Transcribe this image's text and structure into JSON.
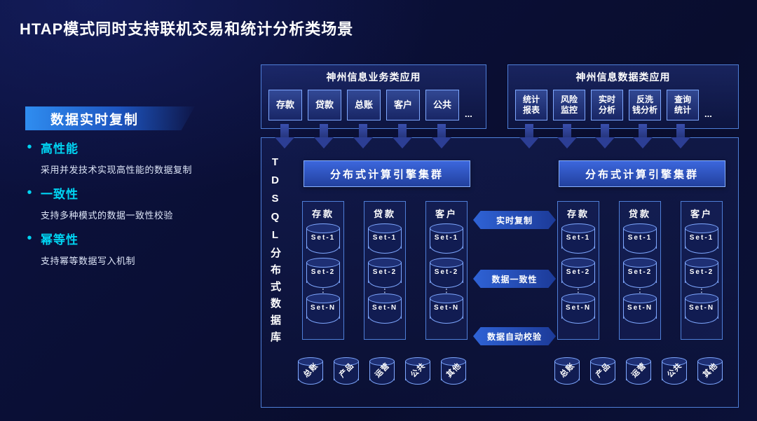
{
  "title": "HTAP模式同时支持联机交易和统计分析类场景",
  "colors": {
    "accent-cyan": "#00d4f2",
    "panel-border": "#4f7fd8",
    "item-border": "#7fa8ff",
    "engine-top": "#3c67dd",
    "engine-bottom": "#22409e",
    "arrow-navy": "#2c3e94",
    "text": "#ffffff"
  },
  "left": {
    "banner": "数据实时复制",
    "features": [
      {
        "name": "高性能",
        "desc": "采用并发技术实现高性能的数据复制"
      },
      {
        "name": "一致性",
        "desc": "支持多种模式的数据一致性校验"
      },
      {
        "name": "幂等性",
        "desc": "支持幂等数据写入机制"
      }
    ]
  },
  "apps": {
    "business": {
      "title": "神州信息业务类应用",
      "items": [
        "存款",
        "贷款",
        "总账",
        "客户",
        "公共"
      ],
      "more": "..."
    },
    "data": {
      "title": "神州信息数据类应用",
      "items": [
        [
          "统计",
          "报表"
        ],
        [
          "风险",
          "监控"
        ],
        [
          "实时",
          "分析"
        ],
        [
          "反洗",
          "钱分析"
        ],
        [
          "查询",
          "统计"
        ]
      ],
      "more": "..."
    }
  },
  "tdsql": {
    "side_label": "TDSQL分布式数据库",
    "ellipsis": "⋮",
    "engine_left": "分布式计算引擎集群",
    "engine_right": "分布式计算引擎集群",
    "left_columns": [
      {
        "title": "存款",
        "sets": [
          "Set-1",
          "Set-2",
          "Set-N"
        ]
      },
      {
        "title": "贷款",
        "sets": [
          "Set-1",
          "Set-2",
          "Set-N"
        ]
      },
      {
        "title": "客户",
        "sets": [
          "Set-1",
          "Set-2",
          "Set-N"
        ]
      }
    ],
    "right_columns": [
      {
        "title": "存款",
        "sets": [
          "Set-1",
          "Set-2",
          "Set-N"
        ]
      },
      {
        "title": "贷款",
        "sets": [
          "Set-1",
          "Set-2",
          "Set-N"
        ]
      },
      {
        "title": "客户",
        "sets": [
          "Set-1",
          "Set-2",
          "Set-N"
        ]
      }
    ],
    "links": [
      "实时复制",
      "数据一致性",
      "数据自动校验"
    ],
    "left_bottom": [
      "总账",
      "产品",
      "运营",
      "公共",
      "其他"
    ],
    "right_bottom": [
      "总账",
      "产品",
      "运营",
      "公共",
      "其他"
    ]
  }
}
